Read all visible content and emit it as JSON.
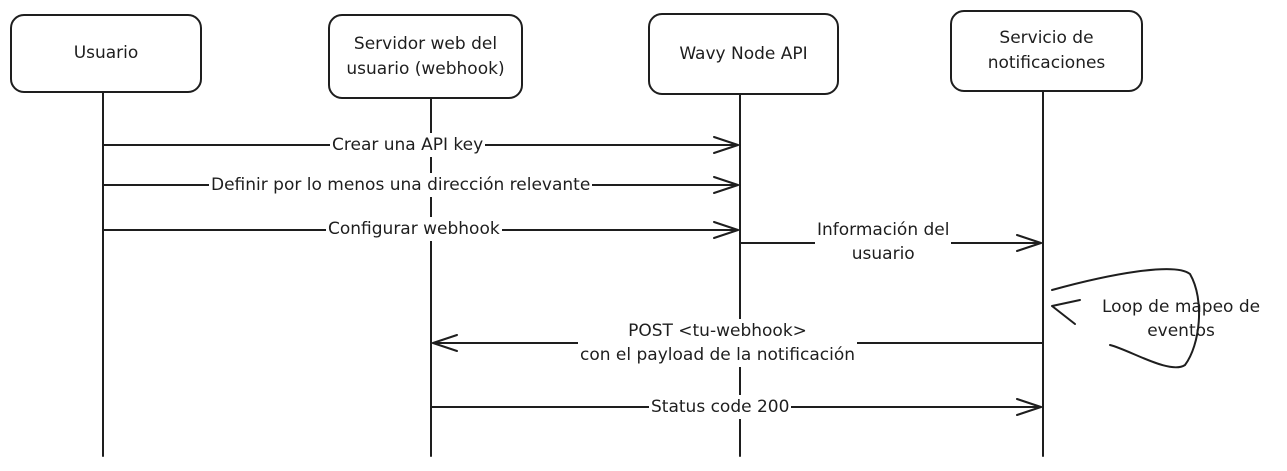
{
  "participants": {
    "usuario": "Usuario",
    "servidor": "Servidor web del\nusuario (webhook)",
    "wavy": "Wavy Node API",
    "servicio": "Servicio de\nnotificaciones"
  },
  "messages": {
    "m1": "Crear una API key",
    "m2": "Definir por lo menos una dirección relevante",
    "m3": "Configurar webhook",
    "m4": "Información del\nusuario",
    "m5": "POST <tu-webhook>\ncon el payload de la notificación",
    "m6": "Status code 200"
  },
  "loop_label": "Loop de mapeo de\neventos"
}
